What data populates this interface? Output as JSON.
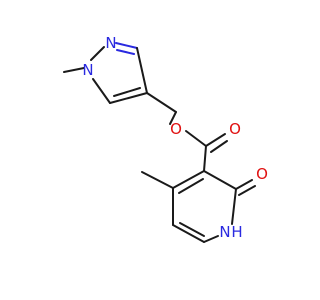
{
  "colors": {
    "carbon_bond": "#1a1a1a",
    "nitrogen": "#2a2ae0",
    "oxygen": "#e01010",
    "background": "#ffffff"
  },
  "atoms": {
    "pyrazole_n_methyl": "N",
    "pyrazole_n2": "N",
    "ester_o_single": "O",
    "ester_o_carbonyl": "O",
    "pyridone_o": "O",
    "pyridone_nh": "N",
    "pyridone_nh_h": "H"
  }
}
